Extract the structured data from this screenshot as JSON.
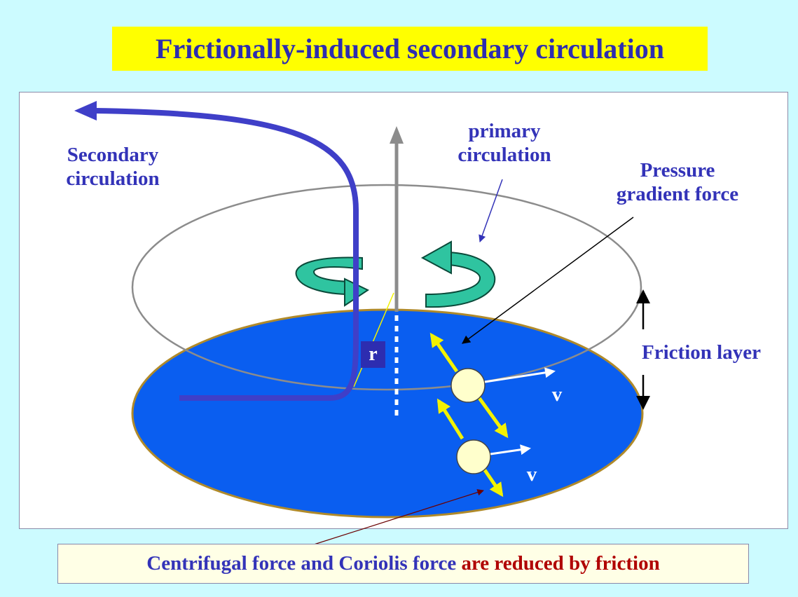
{
  "title": "Frictionally-induced secondary circulation",
  "labels": {
    "secondary_line1": "Secondary",
    "secondary_line2": "circulation",
    "primary_line1": "primary",
    "primary_line2": "circulation",
    "pressure_line1": "Pressure",
    "pressure_line2": "gradient force",
    "friction_layer": "Friction layer",
    "radius": "r",
    "velocity_upper": "v",
    "velocity_lower": "v"
  },
  "caption": {
    "part1": "Centrifugal force and Coriolis force ",
    "part2": "are reduced by friction"
  },
  "colors": {
    "background": "#ccfbff",
    "title_bg": "#ffff00",
    "text_blue": "#3333b8",
    "disk_blue": "#0a5ef0",
    "caption_red": "#b00000",
    "swirl_green": "#2fc4a0",
    "force_yellow": "#f2f200"
  }
}
